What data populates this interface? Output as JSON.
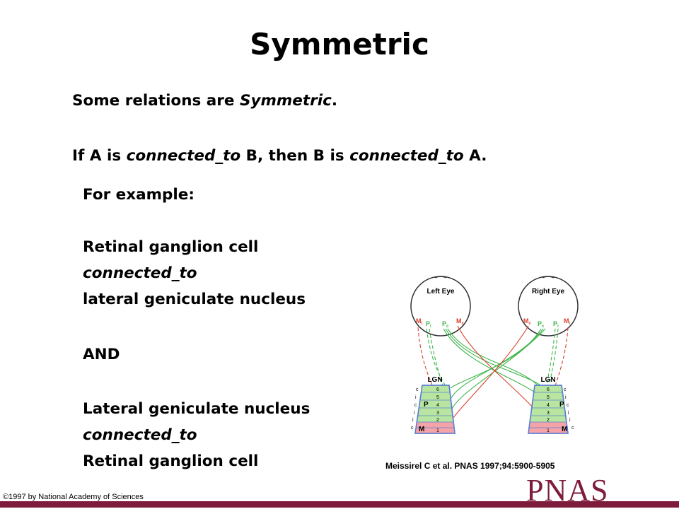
{
  "slide": {
    "title": "Symmetric",
    "line1_prefix": "Some relations are ",
    "line1_italic": "Symmetric",
    "line1_suffix": ".",
    "line2_a": "If A is ",
    "line2_b": "connected_to",
    "line2_c": " B, then B is ",
    "line2_d": "connected_to",
    "line2_e": " A.",
    "example_heading": "For example:",
    "example1_subject": "Retinal ganglion cell",
    "example1_relation": "connected_to",
    "example1_object": "lateral geniculate nucleus",
    "conjunction": "AND",
    "example2_subject": "Lateral geniculate nucleus",
    "example2_relation": "connected_to",
    "example2_object": "Retinal ganglion cell"
  },
  "figure": {
    "left_eye_label": "Left Eye",
    "right_eye_label": "Right Eye",
    "lgn_label": "LGN",
    "cell_m": "M",
    "cell_p": "P",
    "sub_i": "i",
    "sub_c": "c",
    "layers": [
      "6",
      "5",
      "4",
      "3",
      "2",
      "1"
    ],
    "side_labels": [
      "c",
      "i",
      "c",
      "i",
      "i",
      "c"
    ],
    "colors": {
      "green": "#3cb54a",
      "red": "#d8432f",
      "lgn_green": "#b8e6a0",
      "lgn_pink": "#f4a3a8",
      "lgn_border": "#5b7fd6"
    }
  },
  "footer": {
    "citation": "Meissirel C et al. PNAS 1997;94:5900-5905",
    "copyright": "©1997 by National Academy of Sciences",
    "journal_logo": "PNAS",
    "brand_color": "#7d1c3b"
  }
}
